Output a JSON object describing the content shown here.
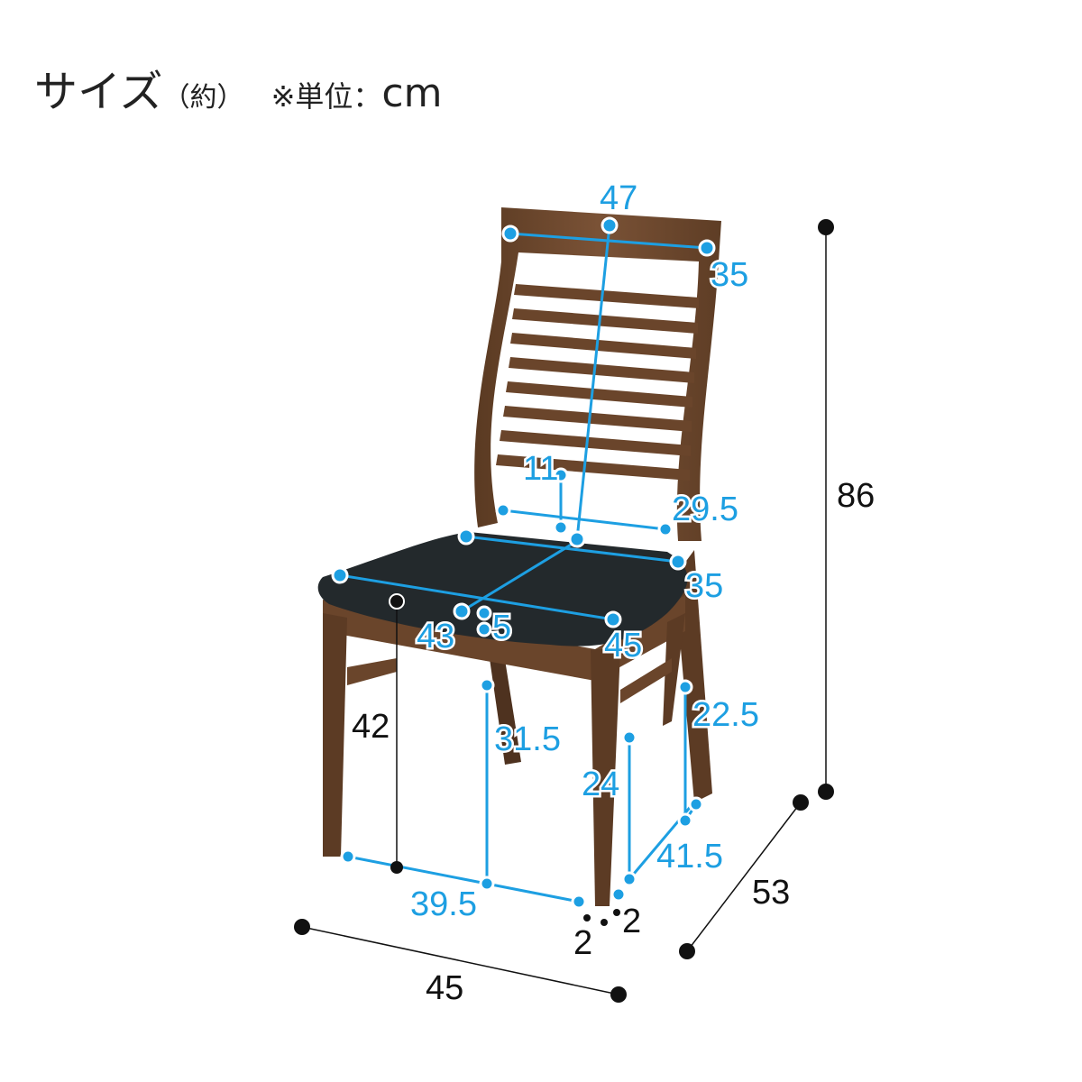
{
  "header": {
    "title": "サイズ",
    "approx": "（約）",
    "unit_note": "※単位：",
    "unit": "cm"
  },
  "dimensions": {
    "back_top_width": "47",
    "back_depth": "35",
    "lumbar_height": "11",
    "back_lower_width": "29.5",
    "seat_depth_back": "35",
    "seat_depth": "43",
    "seat_thickness": "5",
    "seat_width": "45",
    "seat_height": "42",
    "front_clearance": "31.5",
    "side_rail_height": "22.5",
    "front_rail_height": "24",
    "inner_depth": "41.5",
    "inner_width": "39.5",
    "leg_width": "2",
    "leg_depth": "2",
    "total_height": "86",
    "total_depth": "53",
    "total_width": "45"
  },
  "colors": {
    "dimension_blue": "#1d9fe2",
    "wood": "#6e4a2e",
    "seat": "#22292b",
    "outer_dimension": "#111111"
  }
}
